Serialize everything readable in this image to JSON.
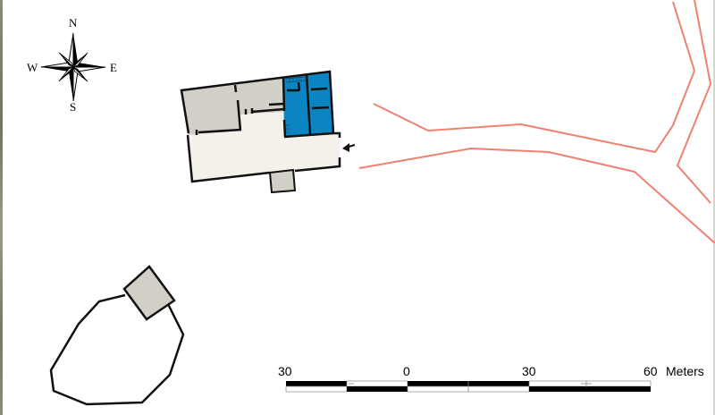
{
  "compass": {
    "north": "N",
    "south": "S",
    "east": "E",
    "west": "W"
  },
  "scale_bar": {
    "labels": [
      "30",
      "0",
      "30",
      "60"
    ],
    "unit": "Meters"
  },
  "colors": {
    "blue_rooms": "#0a85c2",
    "gray_rooms": "#d2cfc6",
    "main_hall": "#f3f1ea",
    "walls": "#111111",
    "road": "#f08070",
    "background": "#ffffff"
  },
  "features": {
    "building": "main building floor plan with entrance arrow",
    "enclosure": "polygonal enclosure with small square structure",
    "road": "branching road outline"
  }
}
